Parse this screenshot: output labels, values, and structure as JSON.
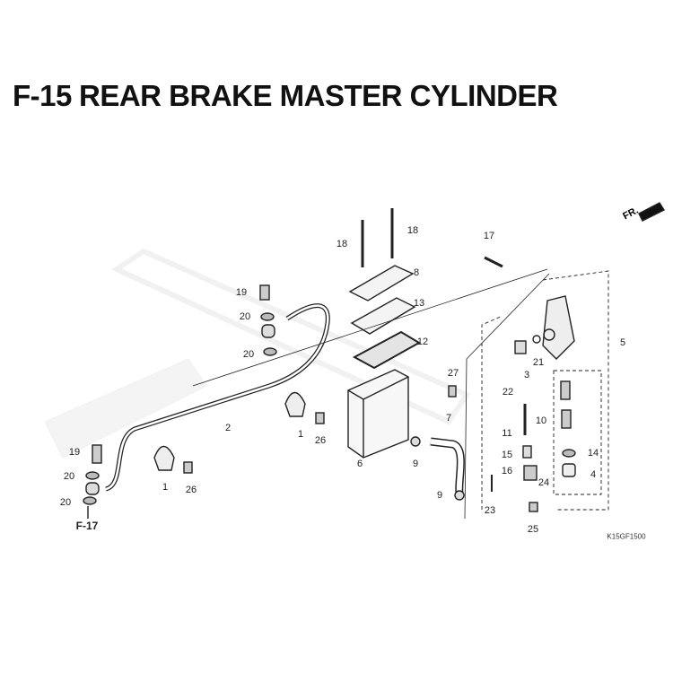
{
  "header": {
    "code": "F-15",
    "title": "REAR BRAKE MASTER CYLINDER"
  },
  "orientation": {
    "label": "FR."
  },
  "drawing_code": "K15GF1500",
  "reference": "F-17",
  "callouts": [
    "18",
    "18",
    "8",
    "13",
    "12",
    "17",
    "5",
    "21",
    "3",
    "22",
    "27",
    "7",
    "10",
    "11",
    "15",
    "14",
    "16",
    "4",
    "24",
    "6",
    "9",
    "9",
    "23",
    "25",
    "19",
    "20",
    "20",
    "2",
    "1",
    "26",
    "19",
    "20",
    "20",
    "1",
    "26"
  ]
}
